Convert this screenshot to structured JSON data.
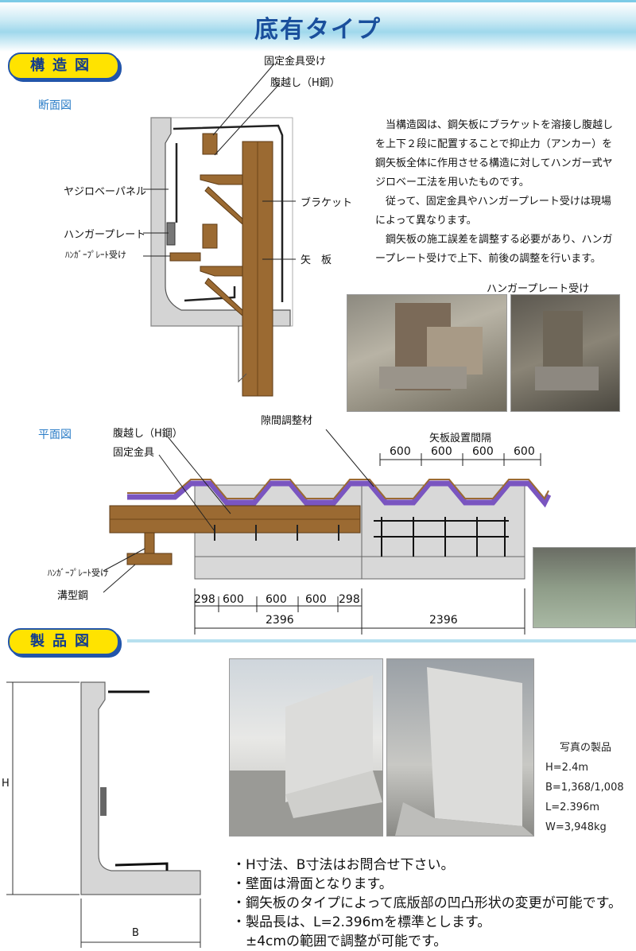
{
  "page_title": "底有タイプ",
  "sections": {
    "structure": "構造図",
    "product": "製品図"
  },
  "section_view": {
    "label": "断面図",
    "callouts": {
      "fixture_receiver": "固定金具受け",
      "wale": "腹越し（H鋼）",
      "yajirobe_panel": "ヤジロベーパネル",
      "bracket": "ブラケット",
      "hanger_plate": "ハンガープレート",
      "hanger_plate_receiver": "ﾊﾝｶﾞｰﾌﾟﾚｰﾄ受け",
      "sheet_pile": "矢　板"
    }
  },
  "description": [
    "　当構造図は、鋼矢板にブラケットを溶接し腹越しを上下２段に配置することで抑止力（アンカー）を鋼矢板全体に作用させる構造に対してハンガー式ヤジロベー工法を用いたものです。",
    "　従って、固定金具やハンガープレート受けは現場によって異なります。",
    "　鋼矢板の施工誤差を調整する必要があり、ハンガープレート受けで上下、前後の調整を行います。"
  ],
  "photo_caption": "ハンガープレート受け",
  "plan_view": {
    "label": "平面図",
    "callouts": {
      "wale": "腹越し（H鋼）",
      "fixture": "固定金具",
      "gap_adjuster": "隙間調整材",
      "pile_interval": "矢板設置間隔",
      "hanger_plate_receiver": "ﾊﾝｶﾞｰﾌﾟﾚｰﾄ受け",
      "channel_steel": "溝型鋼"
    },
    "top_dims": [
      "600",
      "600",
      "600",
      "600"
    ],
    "bottom_dims": [
      "298",
      "600",
      "600",
      "600",
      "298"
    ],
    "total_left": "2396",
    "total_right": "2396"
  },
  "product_view": {
    "label_h": "H",
    "label_b": "B"
  },
  "specs": {
    "caption": "写真の製品",
    "items": [
      "H=2.4m",
      "B=1,368/1,008",
      "L=2.396m",
      "W=3,948kg"
    ]
  },
  "notes": [
    "・H寸法、B寸法はお問合せ下さい。",
    "・壁面は滑面となります。",
    "・鋼矢板のタイプによって底版部の凹凸形状の変更が可能です。",
    "・製品長は、L=2.396mを標準とします。",
    "　±4cmの範囲で調整が可能です。"
  ],
  "colors": {
    "title": "#1a4f9c",
    "pill": "#ffe300",
    "steel": "#9b6a32",
    "concrete": "#cfcfcf",
    "accent_blue": "#2a7cc7"
  }
}
